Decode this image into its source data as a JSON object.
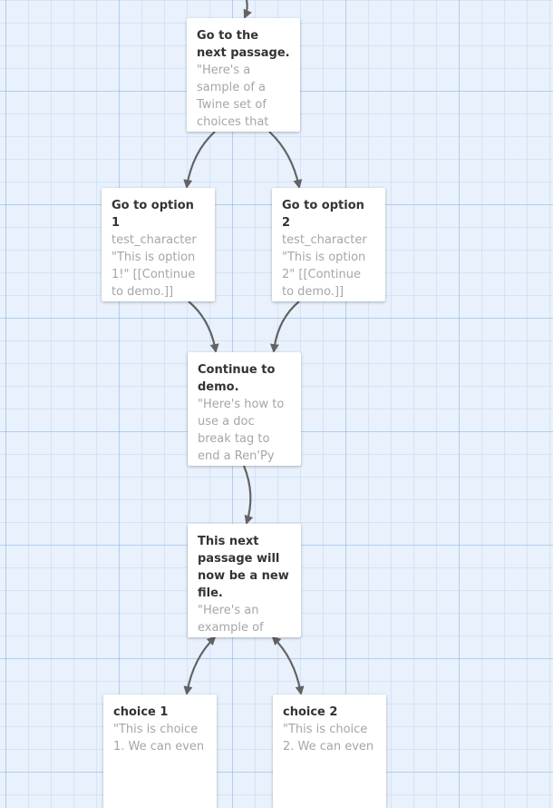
{
  "passages": [
    {
      "id": "next",
      "title": "Go to the next passage.",
      "excerpt": "\"Here's a sample of a Twine set of choices that"
    },
    {
      "id": "opt1",
      "title": "Go to option 1",
      "excerpt": "test_character \"This is option 1!\" [[Continue to demo.]]"
    },
    {
      "id": "opt2",
      "title": "Go to option 2",
      "excerpt": "test_character \"This is option 2\" [[Continue to demo.]]"
    },
    {
      "id": "cont",
      "title": "Continue to demo.",
      "excerpt": "\"Here's how to use a doc break tag to end a Ren'Py file.\""
    },
    {
      "id": "file",
      "title": "This next passage will now be a new file.",
      "excerpt": "\"Here's an example of"
    },
    {
      "id": "ch1",
      "title": "choice 1",
      "excerpt": "\"This is choice 1. We can even"
    },
    {
      "id": "ch2",
      "title": "choice 2",
      "excerpt": "\"This is choice 2. We can even"
    }
  ],
  "links": [
    {
      "from": "previous",
      "to": "next",
      "bidirectional": false
    },
    {
      "from": "next",
      "to": "opt1",
      "bidirectional": false
    },
    {
      "from": "next",
      "to": "opt2",
      "bidirectional": false
    },
    {
      "from": "opt1",
      "to": "cont",
      "bidirectional": false
    },
    {
      "from": "opt2",
      "to": "cont",
      "bidirectional": false
    },
    {
      "from": "cont",
      "to": "file",
      "bidirectional": false
    },
    {
      "from": "file",
      "to": "ch1",
      "bidirectional": true
    },
    {
      "from": "file",
      "to": "ch2",
      "bidirectional": true
    }
  ],
  "colors": {
    "link": "#636363",
    "passage_bg": "#ffffff",
    "title": "#333333",
    "excerpt": "#a6a6a6",
    "canvas": "#e8f1fc"
  }
}
